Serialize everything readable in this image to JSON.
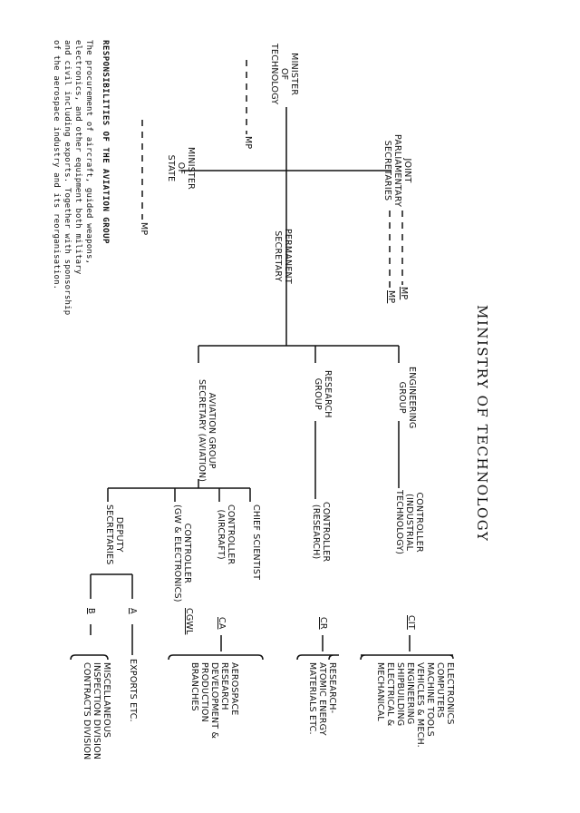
{
  "title": "MINISTRY OF TECHNOLOGY",
  "responsibilities": {
    "heading": "RESPONSIBILITIES OF THE AVIATION GROUP",
    "lines": [
      "The procurement of aircraft, guided weapons,",
      "electronics, and other equipment both military",
      "and civil including exports. Together with sponsorship",
      "of the aerospace industry and its reorganisation."
    ]
  },
  "ministers": {
    "minister": [
      "MINISTER",
      "OF",
      "TECHNOLOGY"
    ],
    "minister_mp": "MP",
    "minister_of_state": [
      "MINISTER",
      "OF",
      "STATE"
    ],
    "minister_of_state_mp": "MP",
    "joint_parliamentary": [
      "JOINT",
      "PARLIAMENTARY",
      "SECRETARIES"
    ],
    "jps_mp_1": "MP",
    "jps_mp_2": "MP",
    "permanent_secretary": [
      "PERMANENT",
      "SECRETARY"
    ]
  },
  "groups": {
    "engineering": [
      "ENGINEERING",
      "GROUP"
    ],
    "research": [
      "RESEARCH",
      "GROUP"
    ],
    "aviation": [
      "AVIATION GROUP",
      "SECRETARY (AVIATION)"
    ]
  },
  "controllers": {
    "industrial": [
      "CONTROLLER",
      "(INDUSTRIAL",
      "TECHNOLOGY)"
    ],
    "research": [
      "CONTROLLER",
      "(RESEARCH)"
    ],
    "chief_scientist": "CHIEF SCIENTIST",
    "aircraft": [
      "CONTROLLER",
      "(AIRCRAFT)"
    ],
    "gw_electronics": [
      "CONTROLLER",
      "(GW & ELECTRONICS)"
    ],
    "deputy": [
      "DEPUTY",
      "SECRETARIES"
    ]
  },
  "codes": {
    "cit": "CIT",
    "cr": "CR",
    "ca": "CA",
    "cgwl": "CGWL",
    "a": "A",
    "b": "B"
  },
  "branches": {
    "industrial": [
      "ELECTRONICS",
      "COMPUTERS",
      "MACHINE TOOLS",
      "VEHICLES & MECH.",
      "ENGINEERING",
      "SHIPBUILDING",
      "ELECTRICAL &",
      "MECHANICAL"
    ],
    "research": [
      "RESEARCH-",
      "ATOMIC ENERGY",
      "MATERIALS ETC."
    ],
    "aerospace": [
      "AEROSPACE",
      "RESEARCH",
      "DEVELOPMENT &",
      "PRODUCTION",
      "BRANCHES"
    ],
    "exports": "EXPORTS ETC.",
    "misc": [
      "MISCELLANEOUS",
      "INSPECTION DIVISION",
      "CONTRACTS DIVISION"
    ]
  }
}
